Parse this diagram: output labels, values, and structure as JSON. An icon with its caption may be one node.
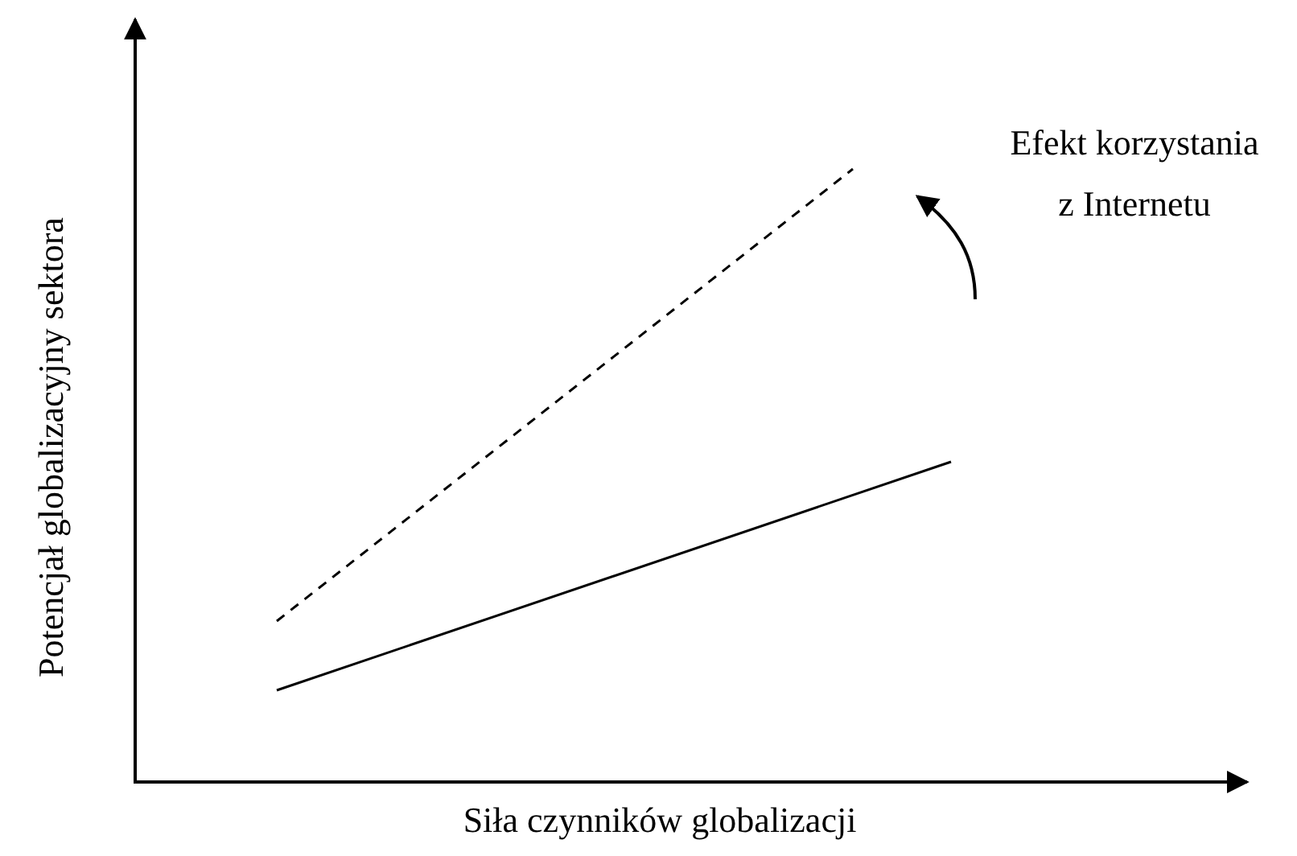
{
  "diagram": {
    "labels": [
      "Potencjał globalizacyjny sektora",
      "Siła czynników globalizacji",
      "Efekt korzystania z Internetu"
    ]
  }
}
